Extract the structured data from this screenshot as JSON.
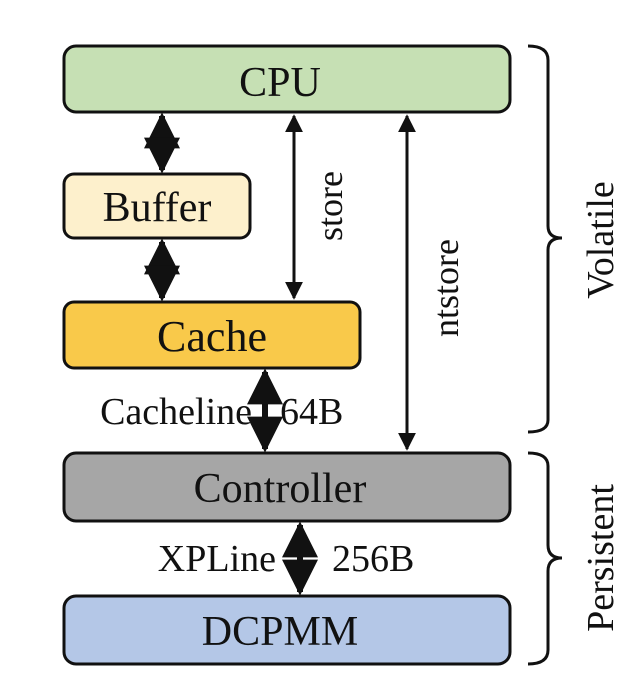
{
  "blocks": {
    "cpu": {
      "label": "CPU",
      "fill": "#c6e0b4"
    },
    "buffer": {
      "label": "Buffer",
      "fill": "#fdf0cc"
    },
    "cache": {
      "label": "Cache",
      "fill": "#f9c94a"
    },
    "controller": {
      "label": "Controller",
      "fill": "#a6a6a6"
    },
    "dcpmm": {
      "label": "DCPMM",
      "fill": "#b4c7e7"
    }
  },
  "labels": {
    "store": "store",
    "ntstore": "ntstore",
    "cacheline": "Cacheline",
    "cacheline_size": "64B",
    "xpline": "XPLine",
    "xpline_size": "256B"
  },
  "groups": {
    "volatile": "Volatile",
    "persistent": "Persistent"
  }
}
